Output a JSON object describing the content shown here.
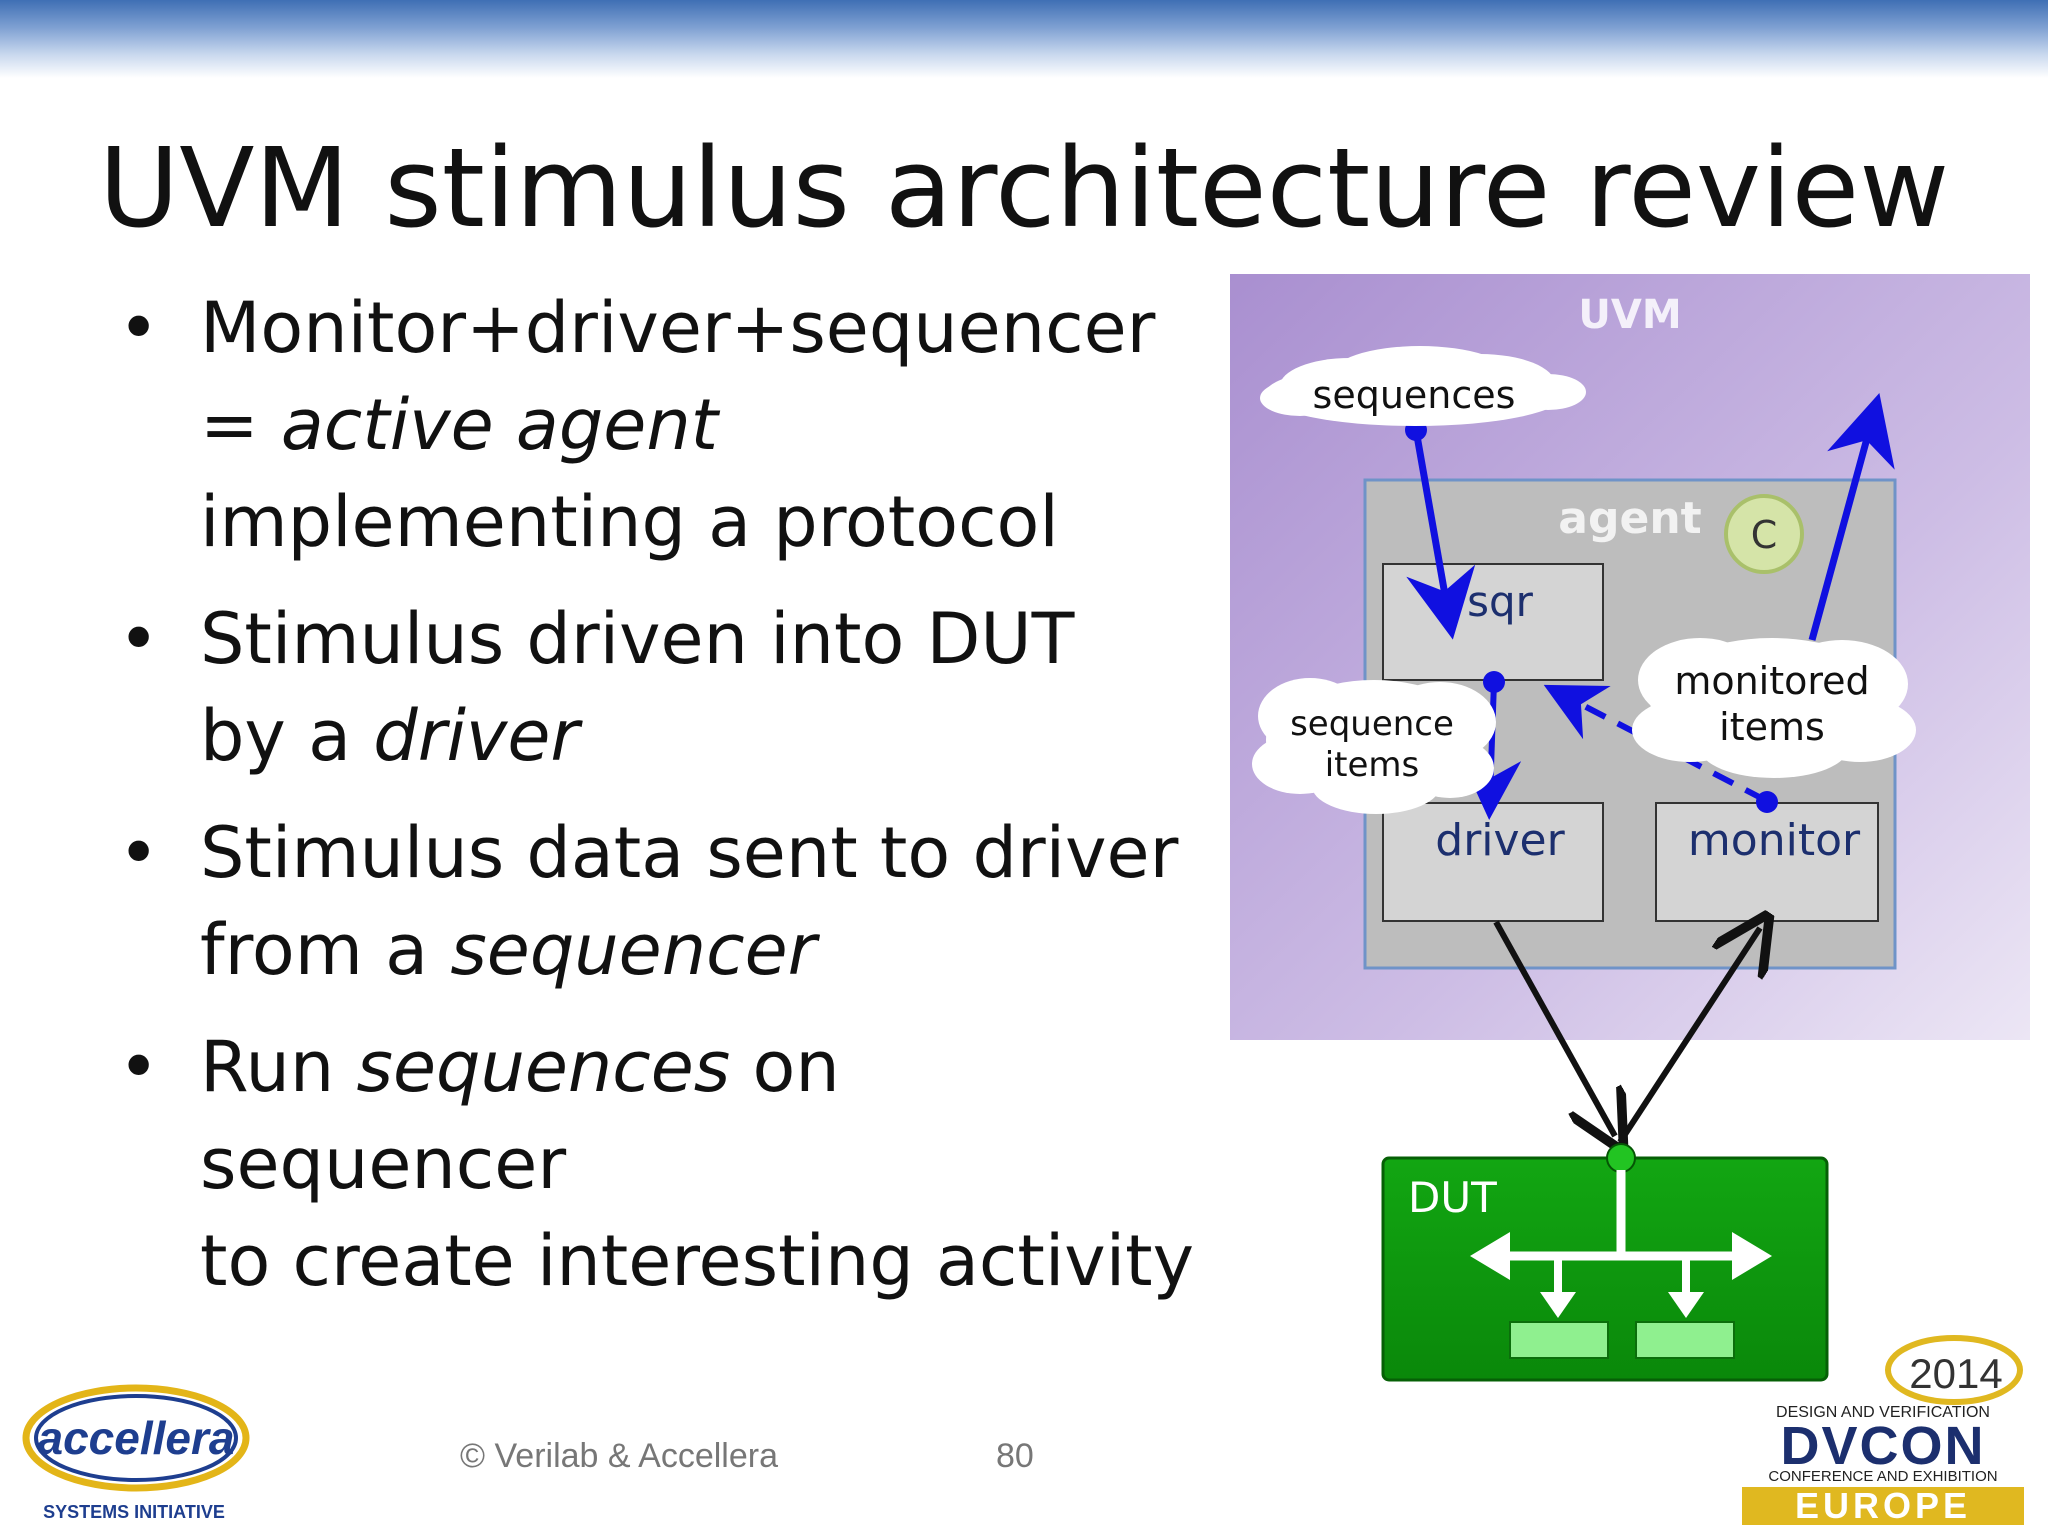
{
  "slide": {
    "title": "UVM stimulus architecture review",
    "page_number": "80",
    "copyright": "© Verilab & Accellera"
  },
  "bullets": [
    {
      "parts": [
        {
          "text": "Monitor+driver+sequencer",
          "italic": false,
          "break": true
        },
        {
          "text": "= ",
          "italic": false
        },
        {
          "text": "active agent",
          "italic": true,
          "break": true
        },
        {
          "text": "implementing a protocol",
          "italic": false
        }
      ]
    },
    {
      "parts": [
        {
          "text": "Stimulus driven into DUT",
          "italic": false,
          "break": true
        },
        {
          "text": "by a ",
          "italic": false
        },
        {
          "text": "driver",
          "italic": true
        }
      ]
    },
    {
      "parts": [
        {
          "text": "Stimulus data sent to driver",
          "italic": false,
          "break": true
        },
        {
          "text": "from a ",
          "italic": false
        },
        {
          "text": "sequencer",
          "italic": true
        }
      ]
    },
    {
      "parts": [
        {
          "text": "Run ",
          "italic": false
        },
        {
          "text": "sequences",
          "italic": true
        },
        {
          "text": " on sequencer",
          "italic": false,
          "break": true
        },
        {
          "text": "to create interesting activity",
          "italic": false
        }
      ]
    }
  ],
  "diagram": {
    "uvm_label": "UVM",
    "agent_label": "agent",
    "component_badge": "C",
    "sqr_label": "sqr",
    "driver_label": "driver",
    "monitor_label": "monitor",
    "sequences_cloud": "sequences",
    "sequence_items_cloud": [
      "sequence",
      "items"
    ],
    "monitored_items_cloud": [
      "monitored",
      "items"
    ],
    "dut_label": "DUT"
  },
  "logos": {
    "accellera_name": "accellera",
    "accellera_tagline": "SYSTEMS INITIATIVE",
    "dvcon_year": "2014",
    "dvcon_line1": "DESIGN AND VERIFICATION",
    "dvcon_name": "DVCON",
    "dvcon_line2": "CONFERENCE AND EXHIBITION",
    "dvcon_region": "EUROPE"
  },
  "colors": {
    "arrow_blue": "#1010e0",
    "dut_green": "#0e9a0e",
    "box_gray": "#d4d4d4",
    "uvm_purple": "#b39cd6",
    "accellera_blue": "#1e3e8f",
    "dvcon_gold": "#e0b820"
  }
}
